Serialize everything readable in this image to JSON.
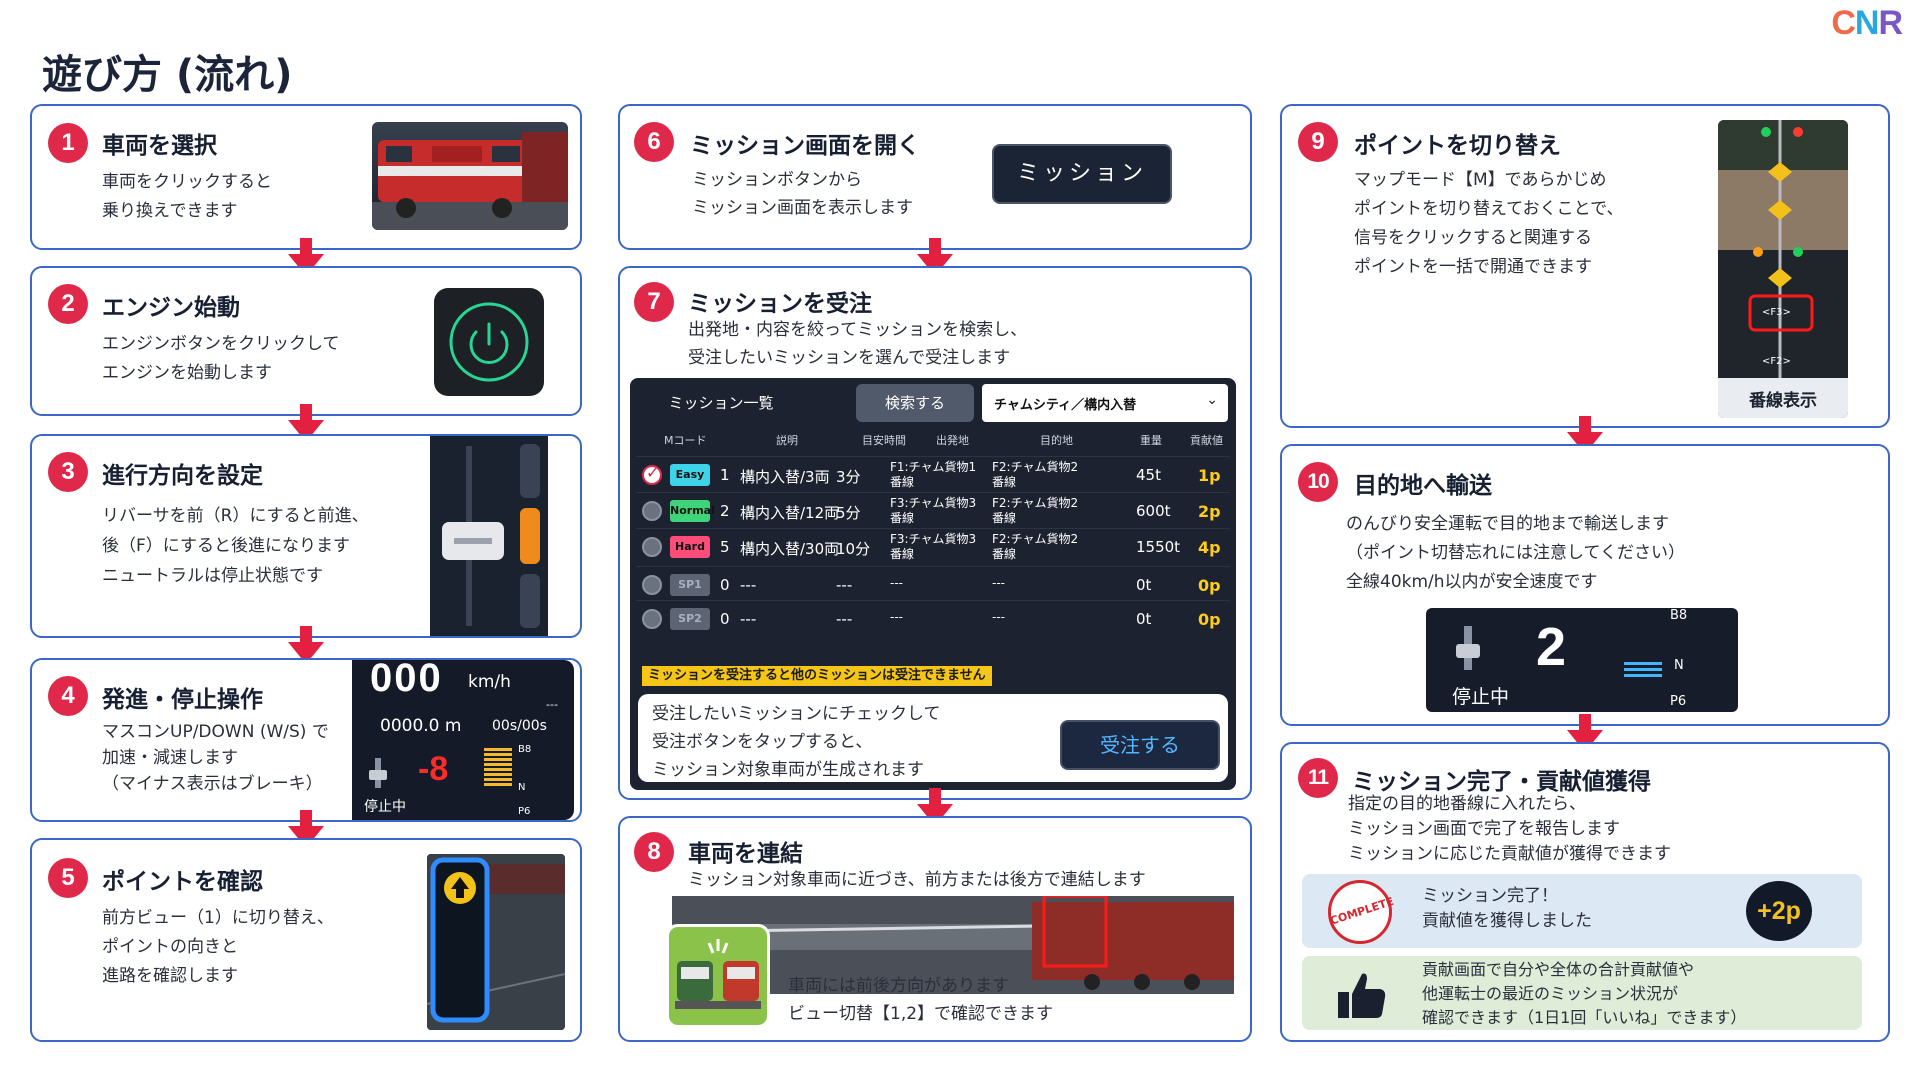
{
  "logo": {
    "c": "C",
    "n": "N",
    "r": "R"
  },
  "page_title": "遊び方 (流れ)",
  "steps": {
    "s1": {
      "num": "1",
      "title": "車両を選択",
      "desc": [
        "車両をクリックすると",
        "乗り換えできます"
      ]
    },
    "s2": {
      "num": "2",
      "title": "エンジン始動",
      "desc": [
        "エンジンボタンをクリックして",
        "エンジンを始動します"
      ]
    },
    "s3": {
      "num": "3",
      "title": "進行方向を設定",
      "desc": [
        "リバーサを前（R）にすると前進、",
        "後（F）にすると後進になります",
        "ニュートラルは停止状態です"
      ]
    },
    "s4": {
      "num": "4",
      "title": "発進・停止操作",
      "desc": [
        "マスコンUP/DOWN (W/S) で",
        "加速・減速します",
        "（マイナス表示はブレーキ）"
      ],
      "hud": {
        "speed": "000",
        "unit": "km/h",
        "dist": "0000.0 m",
        "time": "00s/00s",
        "dash": "---",
        "notch": "-8",
        "b8": "B8",
        "n": "N",
        "p6": "P6",
        "status": "停止中"
      }
    },
    "s5": {
      "num": "5",
      "title": "ポイントを確認",
      "desc": [
        "前方ビュー（1）に切り替え、",
        "ポイントの向きと",
        "進路を確認します"
      ]
    },
    "s6": {
      "num": "6",
      "title": "ミッション画面を開く",
      "desc": [
        "ミッションボタンから",
        "ミッション画面を表示します"
      ],
      "button": "ミッション"
    },
    "s7": {
      "num": "7",
      "title": "ミッションを受注",
      "desc": [
        "出発地・内容を絞ってミッションを検索し、",
        "受注したいミッションを選んで受注します"
      ]
    },
    "s8": {
      "num": "8",
      "title": "車両を連結",
      "desc": [
        "ミッション対象車両に近づき、前方または後方で連結します"
      ],
      "note": [
        "車両には前後方向があります",
        "ビュー切替【1,2】で確認できます"
      ]
    },
    "s9": {
      "num": "9",
      "title": "ポイントを切り替え",
      "desc": [
        "マップモード【M】であらかじめ",
        "ポイントを切り替えておくことで、",
        "信号をクリックすると関連する",
        "ポイントを一括で開通できます"
      ],
      "map_label": "番線表示",
      "f3": "<F3>",
      "f2": "<F2>"
    },
    "s10": {
      "num": "10",
      "title": "目的地へ輸送",
      "desc": [
        "のんびり安全運転で目的地まで輸送します",
        "（ポイント切替忘れには注意してください）",
        "全線40km/h以内が安全速度です"
      ],
      "hud": {
        "notch": "2",
        "status": "停止中",
        "b8": "B8",
        "n": "N",
        "p6": "P6"
      }
    },
    "s11": {
      "num": "11",
      "title": "ミッション完了・貢献値獲得",
      "desc": [
        "指定の目的地番線に入れたら、",
        "ミッション画面で完了を報告します",
        "ミッションに応じた貢献値が獲得できます"
      ],
      "stamp": "COMPLETE",
      "complete_msg": [
        "ミッション完了！",
        "貢献値を獲得しました"
      ],
      "points": "+2p",
      "community_msg": [
        "貢献画面で自分や全体の合計貢献値や",
        "他運転士の最近のミッション状況が",
        "確認できます（1日1回「いいね」できます）"
      ]
    }
  },
  "mission_panel": {
    "tab_list": "ミッション一覧",
    "tab_search": "検索する",
    "filter": "チャムシティ／構内入替",
    "columns": [
      "Mコード",
      "説明",
      "目安時間",
      "出発地",
      "目的地",
      "重量",
      "貢献値"
    ],
    "rows": [
      {
        "diff": "Easy",
        "code": "1",
        "desc": "構内入替/3両",
        "time": "3分",
        "from": [
          "F1:チャム貨物1",
          "番線"
        ],
        "to": [
          "F2:チャム貨物2",
          "番線"
        ],
        "weight": "45t",
        "points": "1p",
        "color": "#3ed3e8",
        "checked": true
      },
      {
        "diff": "Normal",
        "code": "2",
        "desc": "構内入替/12両",
        "time": "5分",
        "from": [
          "F3:チャム貨物3",
          "番線"
        ],
        "to": [
          "F2:チャム貨物2",
          "番線"
        ],
        "weight": "600t",
        "points": "2p",
        "color": "#3fd37a",
        "checked": false
      },
      {
        "diff": "Hard",
        "code": "5",
        "desc": "構内入替/30両",
        "time": "10分",
        "from": [
          "F3:チャム貨物3",
          "番線"
        ],
        "to": [
          "F2:チャム貨物2",
          "番線"
        ],
        "weight": "1550t",
        "points": "4p",
        "color": "#ff4d7a",
        "checked": false
      },
      {
        "diff": "SP1",
        "code": "0",
        "desc": "---",
        "time": "---",
        "from": [
          "---",
          ""
        ],
        "to": [
          "---",
          ""
        ],
        "weight": "0t",
        "points": "0p",
        "color": "#5d6574",
        "checked": false
      },
      {
        "diff": "SP2",
        "code": "0",
        "desc": "---",
        "time": "---",
        "from": [
          "---",
          ""
        ],
        "to": [
          "---",
          ""
        ],
        "weight": "0t",
        "points": "0p",
        "color": "#5d6574",
        "checked": false
      }
    ],
    "warning": "ミッションを受注すると他のミッションは受注できません",
    "accept_desc": [
      "受注したいミッションにチェックして",
      "受注ボタンをタップすると、",
      "ミッション対象車両が生成されます"
    ],
    "accept_button": "受注する"
  }
}
